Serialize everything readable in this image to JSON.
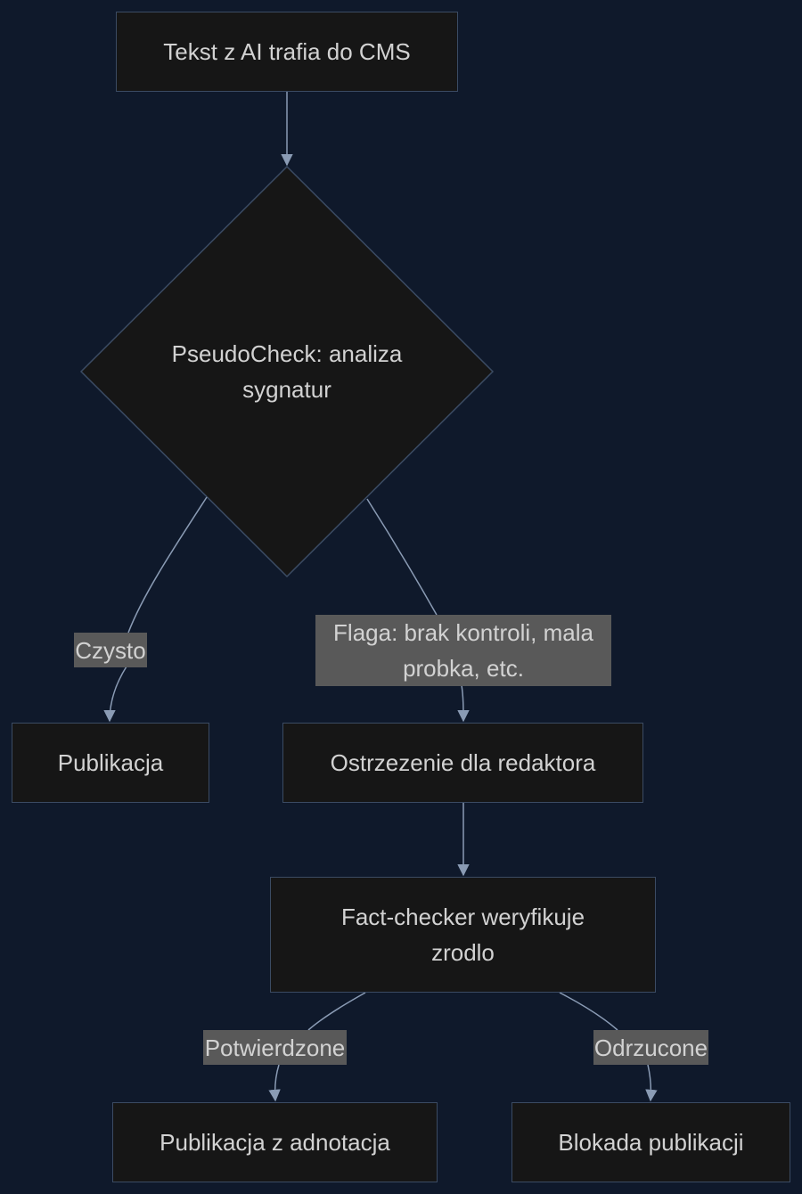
{
  "nodes": {
    "start": "Tekst z AI trafia do CMS",
    "decision": "PseudoCheck: analiza sygnatur",
    "publish": "Publikacja",
    "warning": "Ostrzezenie dla redaktora",
    "factcheck": "Fact-checker weryfikuje zrodlo",
    "publish_annotated": "Publikacja z adnotacja",
    "block": "Blokada publikacji"
  },
  "edge_labels": {
    "clean": "Czysto",
    "flag": "Flaga: brak kontroli, mala probka, etc.",
    "confirmed": "Potwierdzone",
    "rejected": "Odrzucone"
  },
  "colors": {
    "background": "#0f192b",
    "node_fill": "#161616",
    "node_border": "#3b4b63",
    "edge": "#8a9bb4",
    "label_bg": "#595959",
    "text": "#d2d2d2"
  }
}
